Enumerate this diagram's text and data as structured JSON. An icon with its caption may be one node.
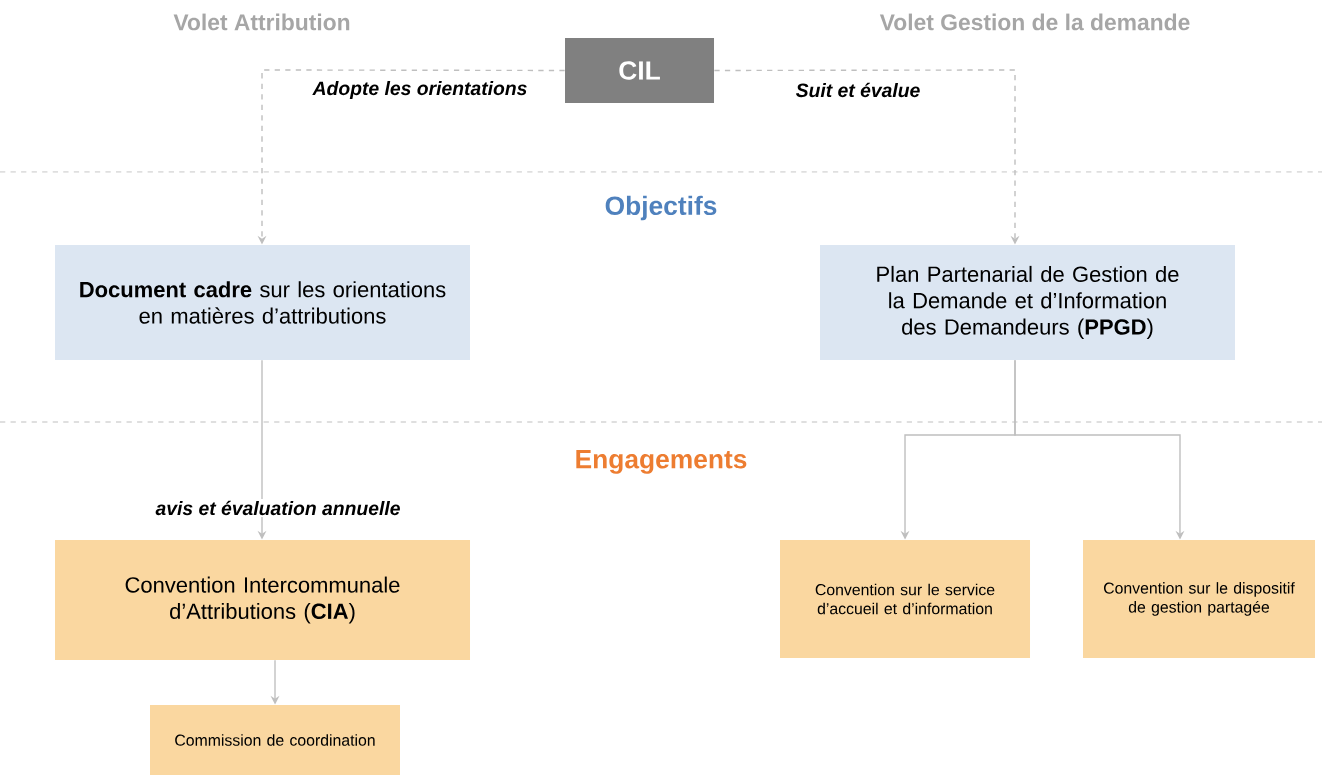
{
  "diagram": {
    "nodes": [
      {
        "text": [
          "CIL"
        ]
      },
      {
        "text": [
          "**Document cadre** sur les orientations en matières d’attributions"
        ]
      },
      {
        "text": [
          "Plan Partenarial de Gestion de la Demande et d’Information des Demandeurs (**PPGD**)"
        ]
      },
      {
        "text": [
          "Convention Intercommunale d’Attributions (**CIA**)"
        ]
      },
      {
        "text": [
          "Commission de coordination"
        ]
      },
      {
        "text": [
          "Convention sur le service d’accueil et d’information"
        ]
      },
      {
        "text": [
          "Convention sur le dispositif de gestion partagée"
        ]
      }
    ],
    "edges": [
      {
        "from": 0,
        "to": 1,
        "arrow": "to",
        "label": "Adopte les orientations",
        "style": "dashed"
      },
      {
        "from": 0,
        "to": 2,
        "arrow": "to",
        "label": "Suit et évalue",
        "style": "dashed"
      },
      {
        "from": 1,
        "to": 3,
        "arrow": "to",
        "label": "avis et évaluation annuelle"
      },
      {
        "from": 3,
        "to": 4,
        "arrow": "to"
      },
      {
        "from": 2,
        "to": 5,
        "arrow": "to"
      },
      {
        "from": 2,
        "to": 6,
        "arrow": "to"
      }
    ],
    "labels": [
      "Volet Attribution",
      "Volet Gestion de la demande",
      "Objectifs",
      "Engagements"
    ]
  }
}
